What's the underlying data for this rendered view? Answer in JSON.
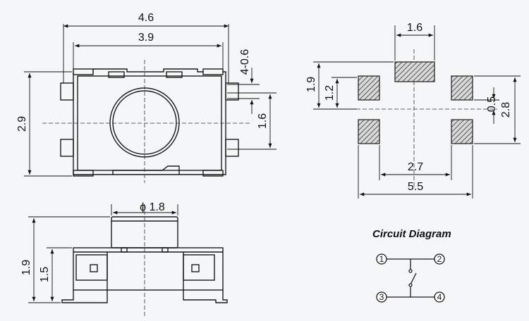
{
  "top_view": {
    "width_outer": "4.6",
    "width_inner": "3.9",
    "height": "2.9",
    "terminal_range": "4-0.6",
    "terminal_spacing": "1.6"
  },
  "footprint": {
    "pad_width": "1.6",
    "height_outer": "1.9",
    "height_inner": "1.2",
    "offset": "0.5",
    "pad_span": "2.8",
    "inner_width": "2.7",
    "outer_width": "5.5"
  },
  "side_view": {
    "actuator_diameter": "ϕ 1.8",
    "height_total": "1.9",
    "height_body": "1.5"
  },
  "circuit": {
    "title": "Circuit Diagram",
    "pins": [
      "1",
      "2",
      "3",
      "4"
    ]
  },
  "colors": {
    "line": "#1a1a1a",
    "pad_fill": "#8a8a8a",
    "background": "#f5f6f8"
  }
}
